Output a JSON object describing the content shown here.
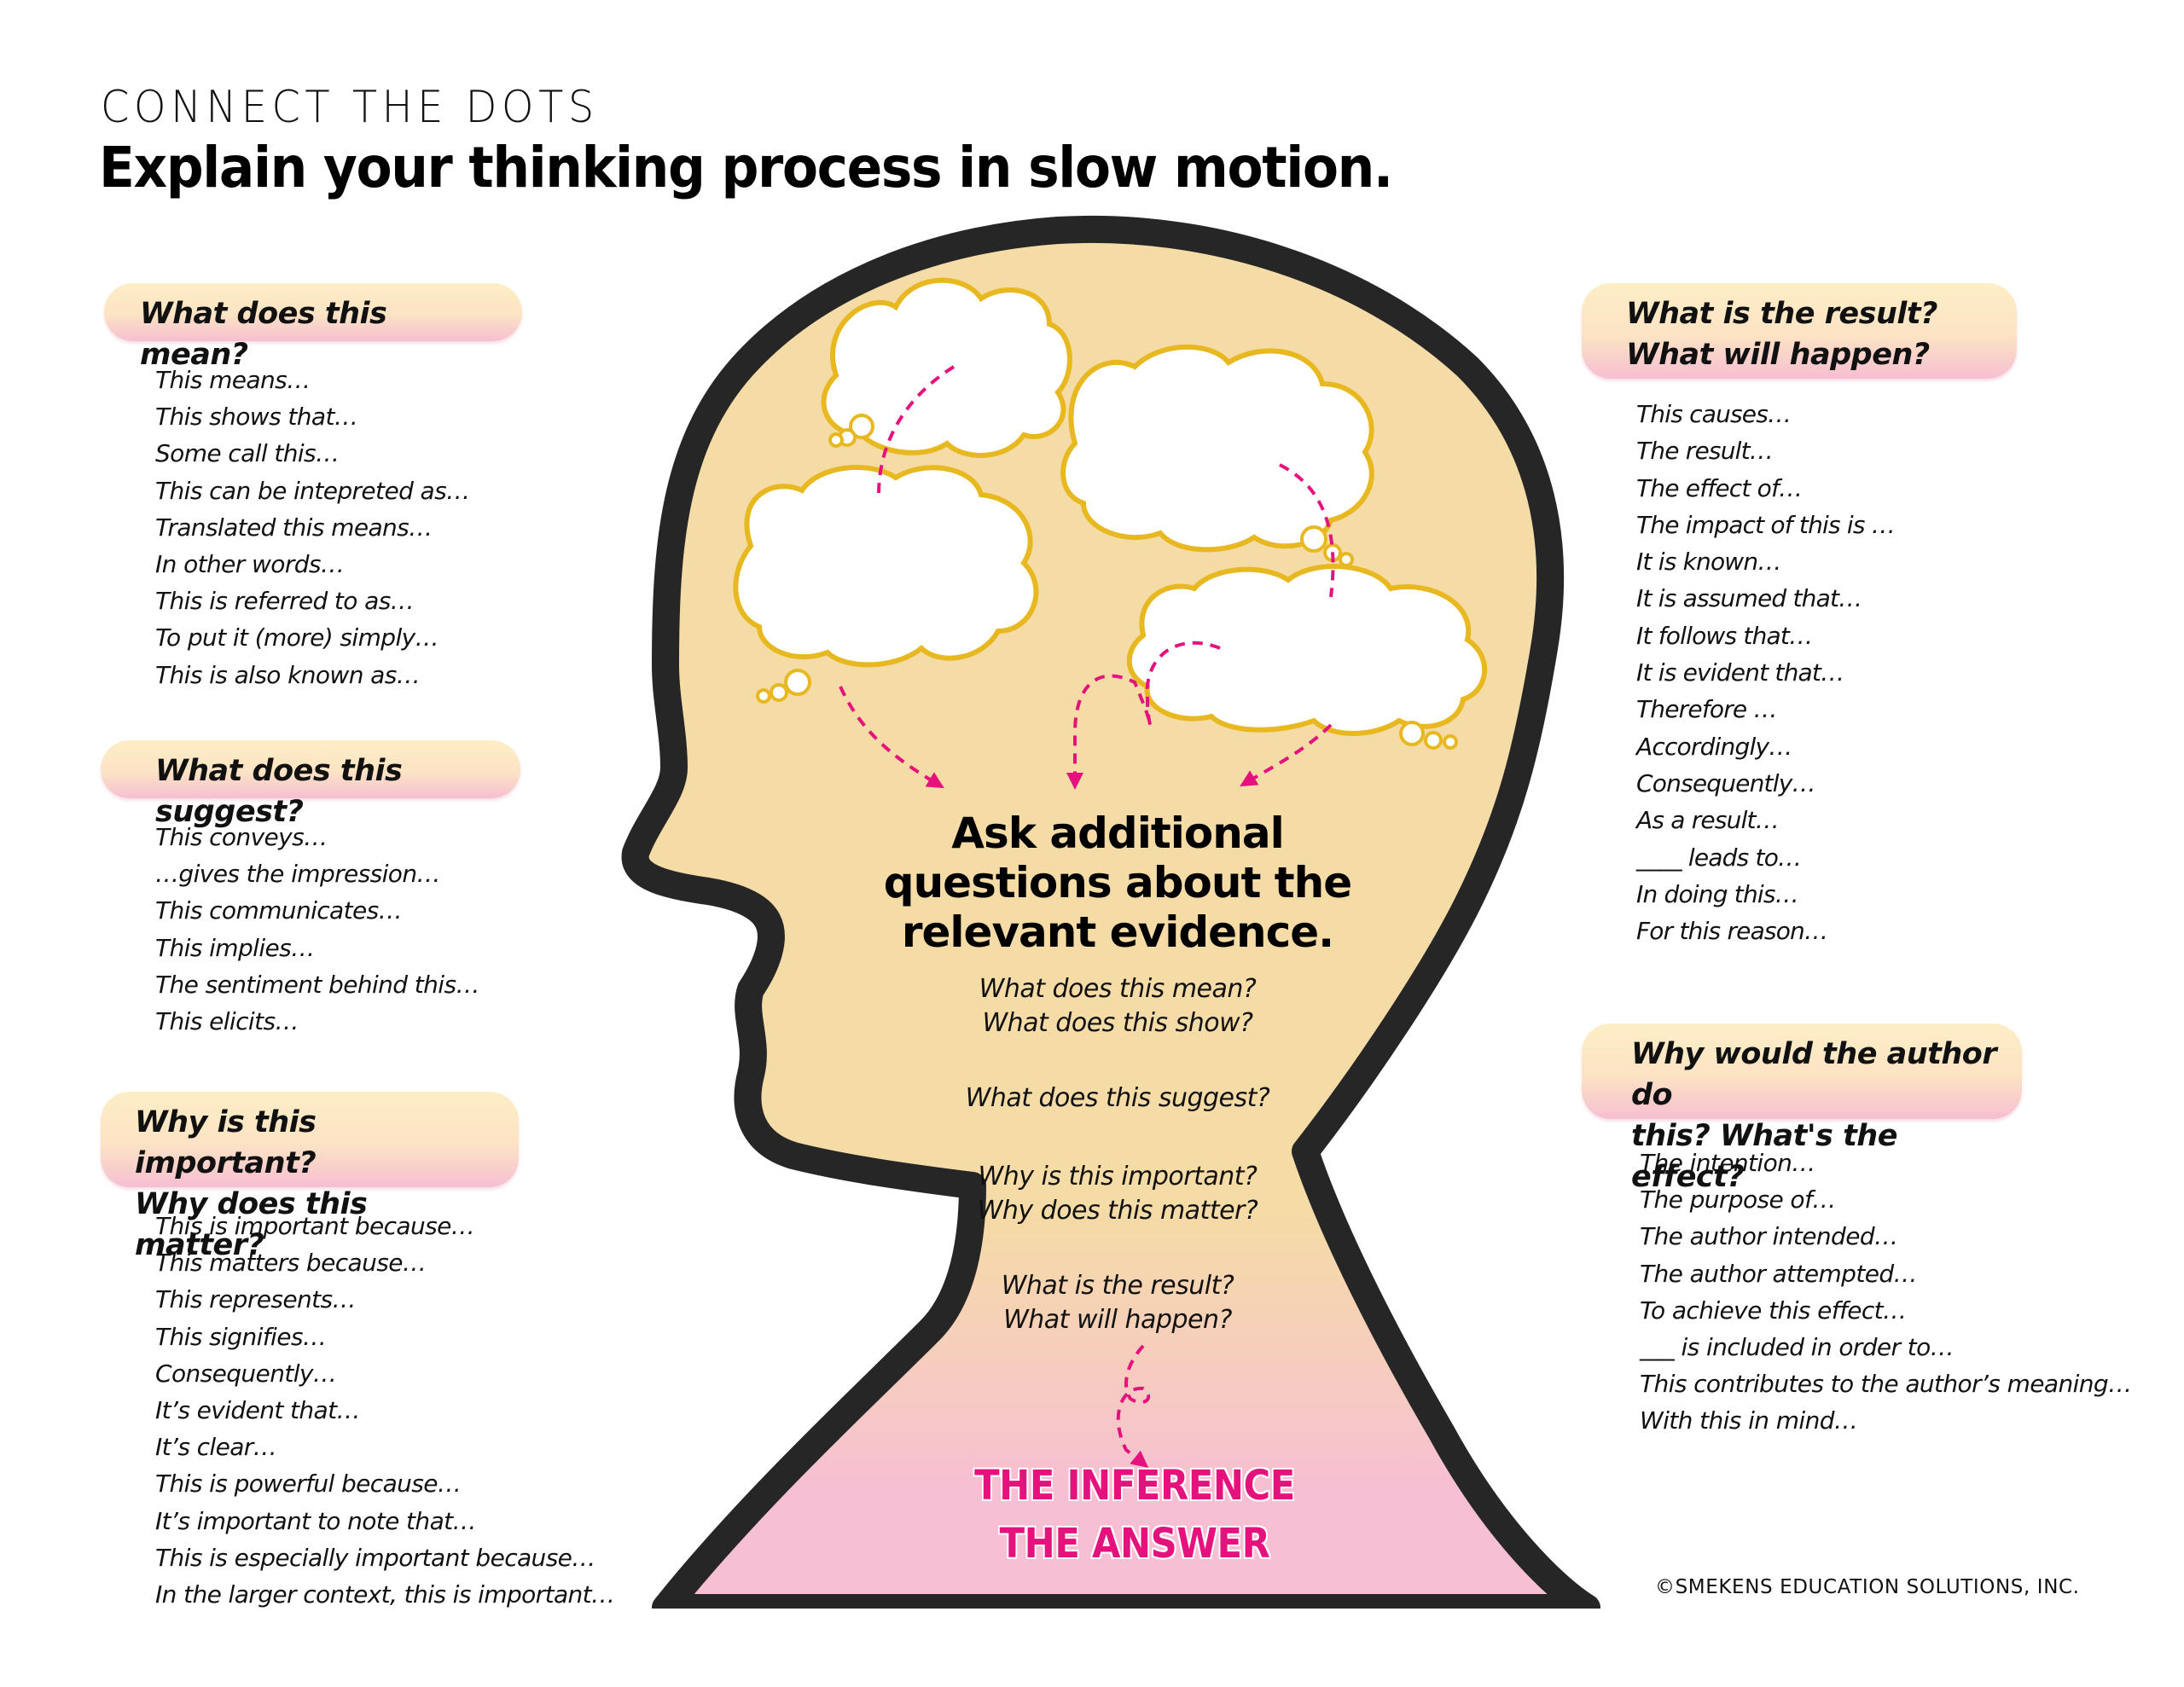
{
  "header": {
    "eyebrow": "CONNECT THE DOTS",
    "headline": "Explain your thinking process in slow motion."
  },
  "sections": {
    "mean": {
      "title_lines": [
        "What does this mean?"
      ],
      "phrases": [
        "This means…",
        "This shows that…",
        "Some call this…",
        "This can be intepreted as…",
        "Translated this means…",
        "In other words…",
        "This is referred to as…",
        "To put it (more) simply…",
        "This is also known as…"
      ]
    },
    "suggest": {
      "title_lines": [
        "What does this suggest?"
      ],
      "phrases": [
        "This conveys…",
        "…gives the impression…",
        "This communicates…",
        "This implies…",
        "The sentiment behind this…",
        "This elicits…"
      ]
    },
    "important": {
      "title_lines": [
        "Why is this important?",
        "Why does this matter?"
      ],
      "phrases": [
        "This is important because…",
        "This matters because…",
        "This represents…",
        "This signifies…",
        "Consequently…",
        "It’s evident that…",
        "It’s clear…",
        "This is powerful because…",
        "It’s important to note that…",
        "This is especially important because…",
        "In the larger context, this is important…"
      ]
    },
    "result": {
      "title_lines": [
        "What is the result?",
        "What will happen?"
      ],
      "phrases": [
        "This causes…",
        "The result…",
        "The effect of…",
        "The impact of this is …",
        "It is known…",
        "It is assumed that…",
        "It follows that…",
        "It is evident that…",
        "Therefore …",
        "Accordingly…",
        "Consequently…",
        "As a result…",
        "____ leads to…",
        "In doing this…",
        "For this reason…"
      ]
    },
    "author": {
      "title_lines": [
        "Why would the author do",
        "this? What's the effect?"
      ],
      "phrases": [
        "The intention…",
        "The purpose of…",
        "The author intended…",
        "The author attempted…",
        "To achieve this effect…",
        "___ is included in order to…",
        "This contributes to the author’s meaning…",
        "With this in mind…"
      ]
    }
  },
  "head": {
    "title": "Ask additional questions about the relevant evidence.",
    "questions": [
      [
        "What does this mean?",
        "What does this show?"
      ],
      [
        "What does this suggest?"
      ],
      [
        "Why is this important?",
        "Why does this matter?"
      ],
      [
        "What is the result?",
        "What will happen?"
      ]
    ],
    "inference_lines": [
      "THE INFERENCE",
      "THE ANSWER"
    ],
    "thought_clouds": 4
  },
  "footer": {
    "copyright": "©SMEKENS EDUCATION SOLUTIONS, INC."
  },
  "colors": {
    "head_fill_top": "#f5dba6",
    "head_fill_bottom": "#f7bfd3",
    "outline": "#262626",
    "cloud_stroke": "#e8b820",
    "arrow": "#e5127d",
    "inference_text": "#e5127d",
    "pill_top": "#fdeec6",
    "pill_bottom": "#f6bfd2"
  }
}
